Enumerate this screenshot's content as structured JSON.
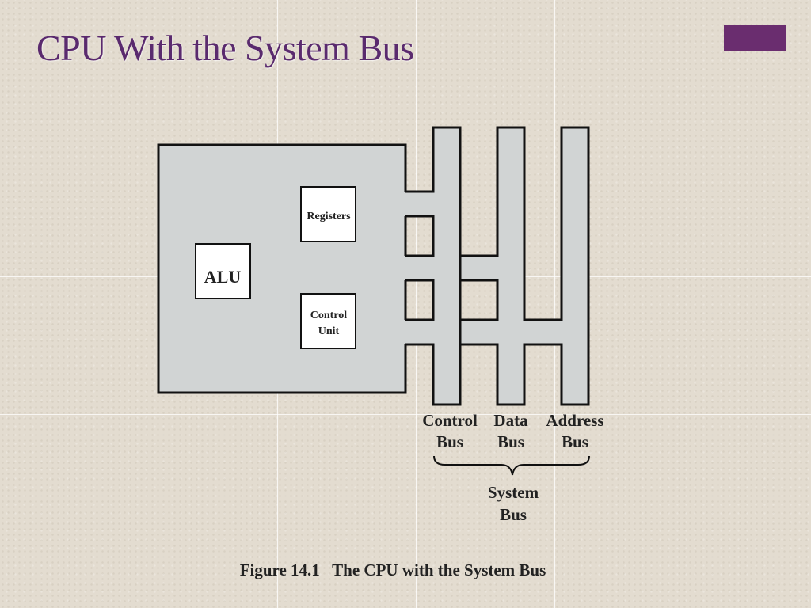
{
  "slide": {
    "title": "CPU With the System Bus",
    "accent_color": "#6a2d6f"
  },
  "diagram": {
    "cpu_units": {
      "alu": "ALU",
      "registers": "Registers",
      "control_unit": [
        "Control",
        "Unit"
      ]
    },
    "buses": [
      {
        "name": [
          "Control",
          "Bus"
        ]
      },
      {
        "name": [
          "Data",
          "Bus"
        ]
      },
      {
        "name": [
          "Address",
          "Bus"
        ]
      }
    ],
    "group_label": [
      "System",
      "Bus"
    ],
    "caption": "Figure 14.1   The CPU with the System Bus"
  }
}
